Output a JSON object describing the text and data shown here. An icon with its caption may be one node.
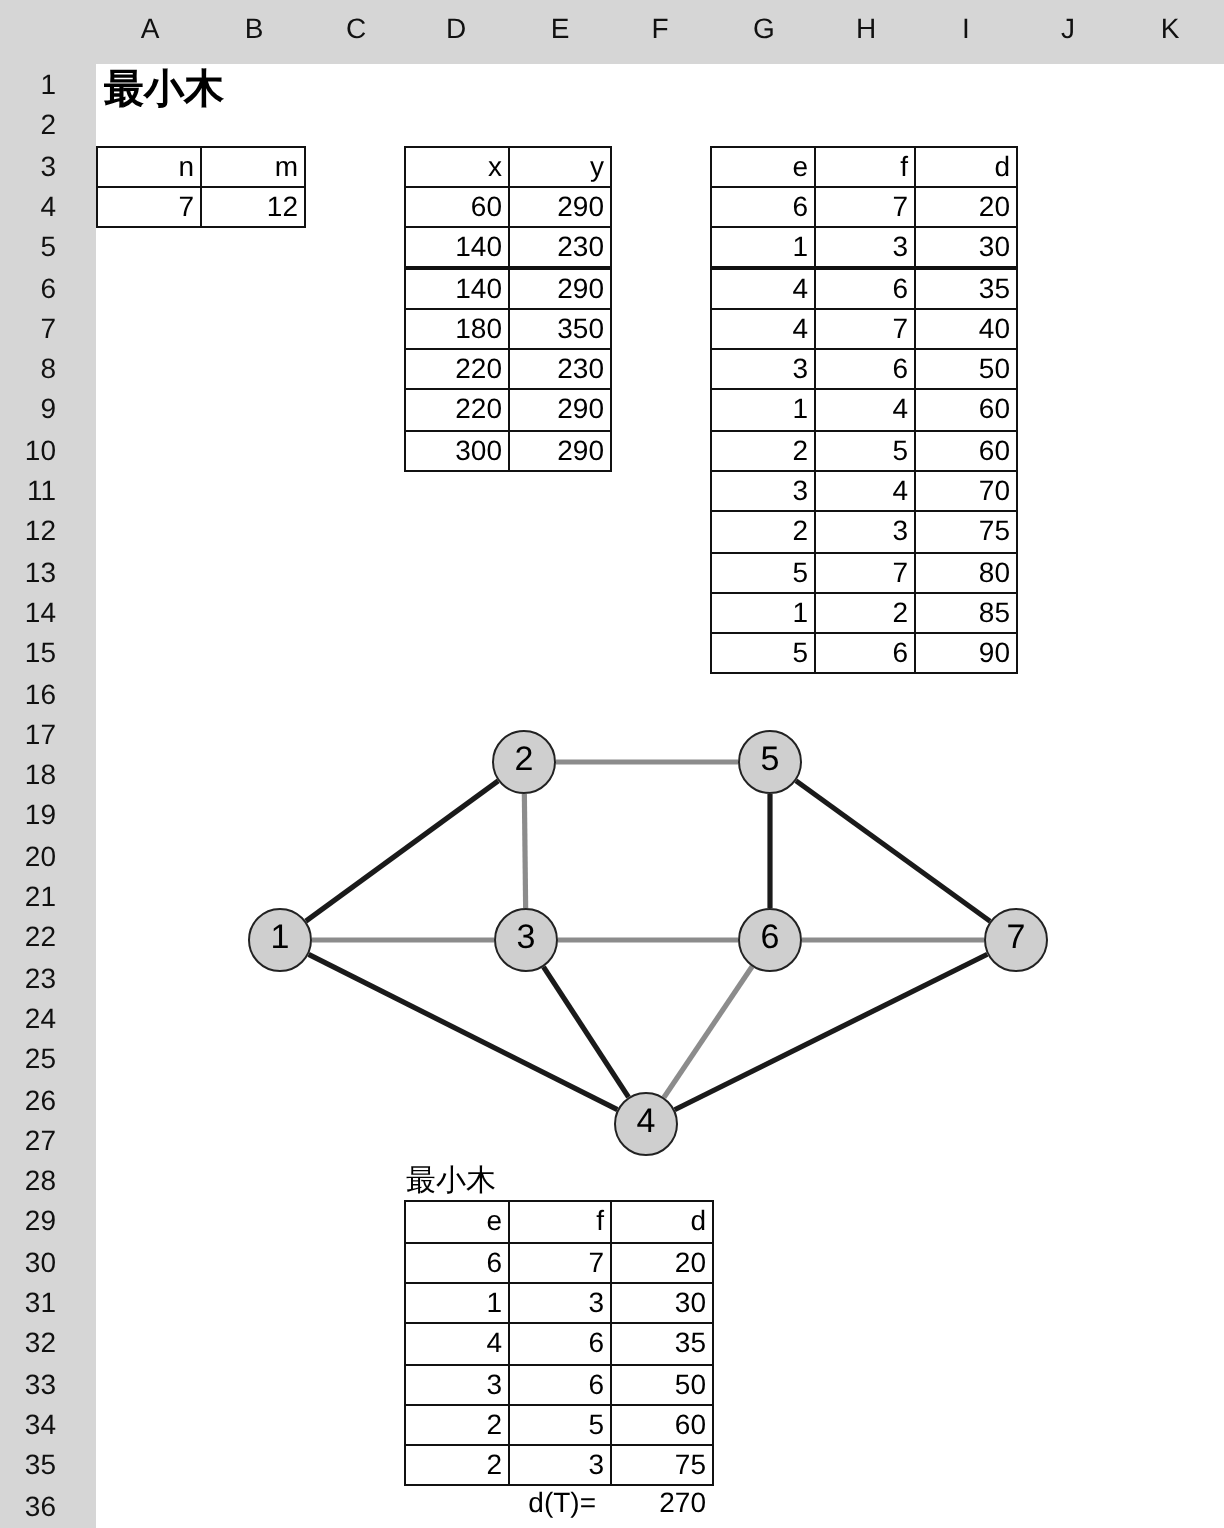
{
  "diagram": {
    "title": "最小木",
    "nodes": [
      {
        "text": [
          "1"
        ]
      },
      {
        "text": [
          "2"
        ]
      },
      {
        "text": [
          "3"
        ]
      },
      {
        "text": [
          "4"
        ]
      },
      {
        "text": [
          "5"
        ]
      },
      {
        "text": [
          "6"
        ]
      },
      {
        "text": [
          "7"
        ]
      }
    ],
    "edges": [
      {
        "from": 0,
        "to": 1,
        "arrow": "none"
      },
      {
        "from": 1,
        "to": 4,
        "arrow": "none",
        "color": "#8c8c8c"
      },
      {
        "from": 0,
        "to": 2,
        "arrow": "none",
        "color": "#8c8c8c"
      },
      {
        "from": 1,
        "to": 2,
        "arrow": "none",
        "color": "#8c8c8c"
      },
      {
        "from": 4,
        "to": 5,
        "arrow": "none"
      },
      {
        "from": 4,
        "to": 6,
        "arrow": "none"
      },
      {
        "from": 2,
        "to": 5,
        "arrow": "none",
        "color": "#8c8c8c"
      },
      {
        "from": 5,
        "to": 6,
        "arrow": "none",
        "color": "#8c8c8c"
      },
      {
        "from": 0,
        "to": 3,
        "arrow": "none"
      },
      {
        "from": 2,
        "to": 3,
        "arrow": "none"
      },
      {
        "from": 5,
        "to": 3,
        "arrow": "none",
        "color": "#8c8c8c"
      },
      {
        "from": 6,
        "to": 3,
        "arrow": "none"
      }
    ],
    "labels": [
      "A",
      "B",
      "C",
      "D",
      "E",
      "F",
      "G",
      "H",
      "I",
      "J",
      "K",
      "1",
      "2",
      "3",
      "4",
      "5",
      "6",
      "7",
      "8",
      "9",
      "10",
      "11",
      "12",
      "13",
      "14",
      "15",
      "16",
      "17",
      "18",
      "19",
      "20",
      "21",
      "22",
      "23",
      "24",
      "25",
      "26",
      "27",
      "28",
      "29",
      "30",
      "31",
      "32",
      "33",
      "34",
      "35",
      "36",
      "n",
      "m",
      "7",
      "12",
      "x",
      "y",
      "60",
      "290",
      "140",
      "230",
      "140",
      "290",
      "180",
      "350",
      "220",
      "230",
      "220",
      "290",
      "300",
      "290",
      "e",
      "f",
      "d",
      "6",
      "7",
      "20",
      "1",
      "3",
      "30",
      "4",
      "6",
      "35",
      "4",
      "7",
      "40",
      "3",
      "6",
      "50",
      "1",
      "4",
      "60",
      "2",
      "5",
      "60",
      "3",
      "4",
      "70",
      "2",
      "3",
      "75",
      "5",
      "7",
      "80",
      "1",
      "2",
      "85",
      "5",
      "6",
      "90",
      "最小木",
      "e",
      "f",
      "d",
      "6",
      "7",
      "20",
      "1",
      "3",
      "30",
      "4",
      "6",
      "35",
      "3",
      "6",
      "50",
      "2",
      "5",
      "60",
      "2",
      "3",
      "75",
      "d(T)=",
      "270"
    ]
  }
}
